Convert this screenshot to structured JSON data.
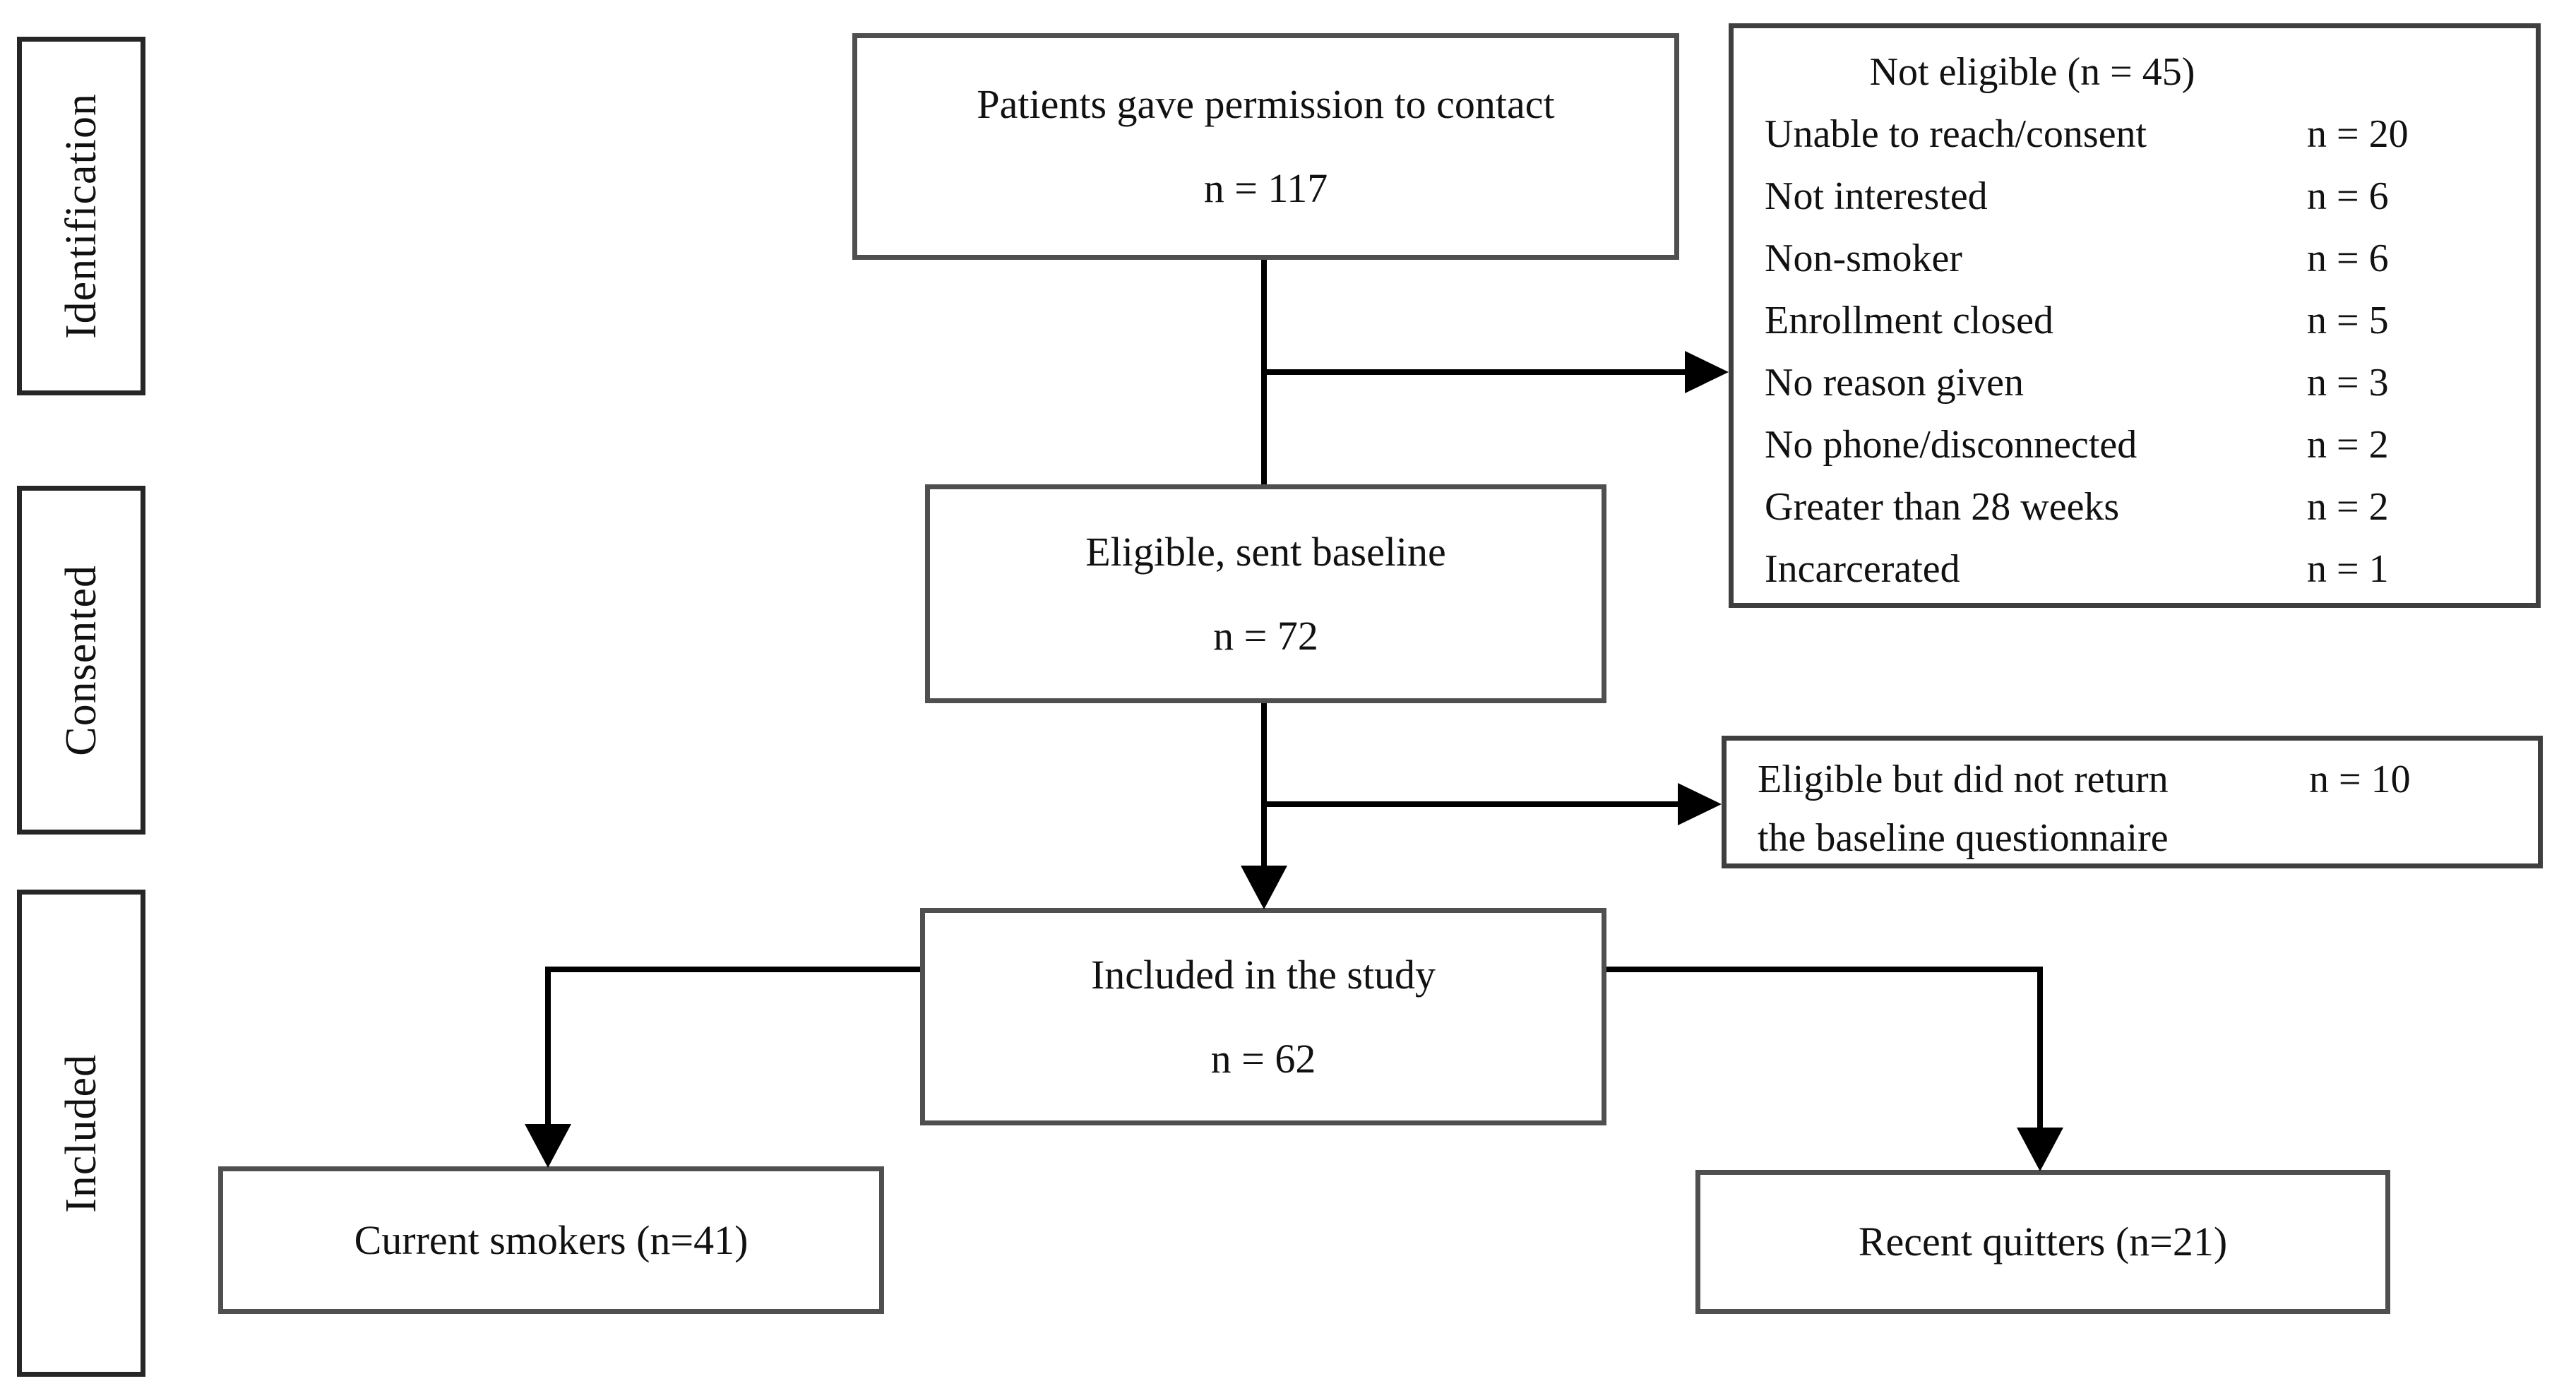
{
  "figure": {
    "background_color": "#ffffff",
    "line_color": "#000000",
    "box_border_color": "#4f4f4f"
  },
  "sidebar": {
    "stages": [
      {
        "label": "Identification"
      },
      {
        "label": "Consented"
      },
      {
        "label": "Included"
      }
    ]
  },
  "flow": {
    "permission_box": {
      "line1": "Patients gave permission to contact",
      "line2": "n = 117"
    },
    "eligible_box": {
      "line1": "Eligible, sent baseline",
      "line2": "n = 72"
    },
    "included_box": {
      "line1": "Included in the study",
      "line2": "n = 62"
    },
    "current_smokers_box": {
      "label": "Current smokers (n=41)"
    },
    "recent_quitters_box": {
      "label": "Recent quitters (n=21)"
    }
  },
  "exclusions": {
    "not_eligible_box": {
      "title": "Not eligible (n = 45)",
      "rows": [
        {
          "reason": "Unable to reach/consent",
          "count": "n = 20"
        },
        {
          "reason": "Not interested",
          "count": "n = 6"
        },
        {
          "reason": "Non-smoker",
          "count": "n = 6"
        },
        {
          "reason": "Enrollment closed",
          "count": "n = 5"
        },
        {
          "reason": "No reason given",
          "count": "n = 3"
        },
        {
          "reason": "No phone/disconnected",
          "count": "n = 2"
        },
        {
          "reason": "Greater than 28 weeks",
          "count": "n = 2"
        },
        {
          "reason": "Incarcerated",
          "count": "n = 1"
        }
      ]
    },
    "not_returned_box": {
      "line1": "Eligible but did not return",
      "line2": "the baseline questionnaire",
      "count": "n = 10"
    }
  }
}
